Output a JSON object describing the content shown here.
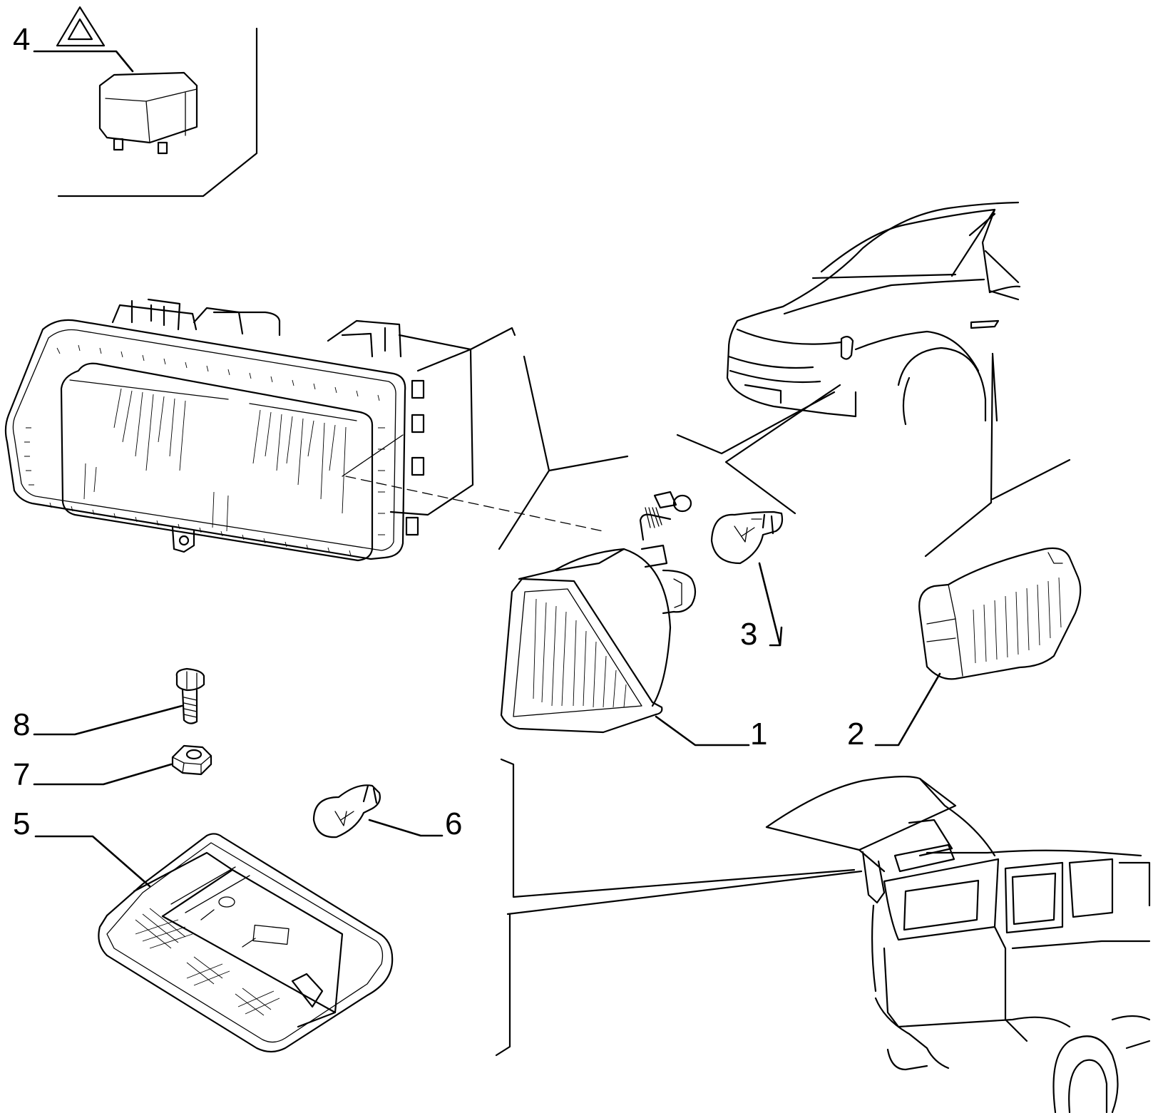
{
  "diagram": {
    "callouts": [
      {
        "id": "callout-1",
        "label": "1"
      },
      {
        "id": "callout-2",
        "label": "2"
      },
      {
        "id": "callout-3",
        "label": "3"
      },
      {
        "id": "callout-4",
        "label": "4"
      },
      {
        "id": "callout-5",
        "label": "5"
      },
      {
        "id": "callout-6",
        "label": "6"
      },
      {
        "id": "callout-7",
        "label": "7"
      },
      {
        "id": "callout-8",
        "label": "8"
      }
    ],
    "symbols": {
      "hazard": "warning-triangle-icon"
    }
  }
}
